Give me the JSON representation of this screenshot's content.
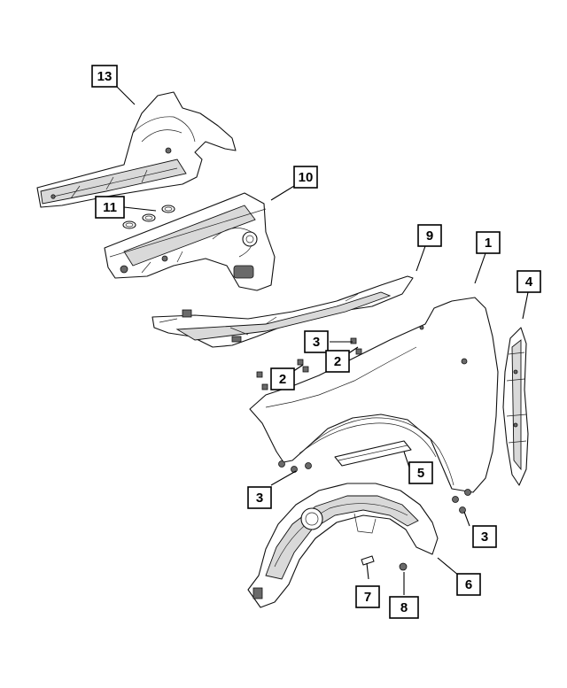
{
  "callouts": [
    {
      "id": "c1",
      "label": "1"
    },
    {
      "id": "c2a",
      "label": "2"
    },
    {
      "id": "c2b",
      "label": "2"
    },
    {
      "id": "c3a",
      "label": "3"
    },
    {
      "id": "c3b",
      "label": "3"
    },
    {
      "id": "c3c",
      "label": "3"
    },
    {
      "id": "c4",
      "label": "4"
    },
    {
      "id": "c5",
      "label": "5"
    },
    {
      "id": "c6",
      "label": "6"
    },
    {
      "id": "c7",
      "label": "7"
    },
    {
      "id": "c8",
      "label": "8"
    },
    {
      "id": "c9",
      "label": "9"
    },
    {
      "id": "c10",
      "label": "10"
    },
    {
      "id": "c11",
      "label": "11"
    },
    {
      "id": "c13",
      "label": "13"
    }
  ]
}
